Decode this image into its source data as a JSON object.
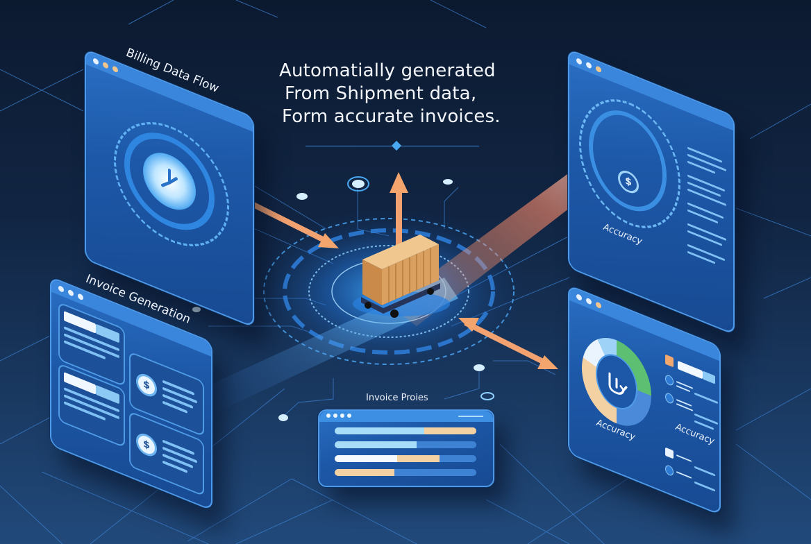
{
  "headline": {
    "lines": [
      "Automatially generated",
      "From Shipment data,",
      "Form accurate invoices."
    ]
  },
  "panels": {
    "billing_data_flow": {
      "title": "Billing Data Flow",
      "icon": "clock-icon",
      "window_dots": [
        "#e8f2ff",
        "#f0c58e",
        "#f0c58e"
      ]
    },
    "invoice_generation": {
      "title": "Invoice Generation",
      "cards": [
        {
          "type": "text-lines"
        },
        {
          "type": "payment",
          "icon": "dollar-icon",
          "symbol": "$"
        },
        {
          "type": "text-lines"
        },
        {
          "type": "payment",
          "icon": "dollar-icon",
          "symbol": "$"
        }
      ],
      "window_dots": [
        "#e8f2ff",
        "#e8f2ff",
        "#e8f2ff"
      ]
    },
    "accuracy_top": {
      "label": "Accuracy",
      "icon": "dollar-icon",
      "symbol": "$",
      "window_dots": [
        "#e8f2ff",
        "#e8f2ff",
        "#f0c58e"
      ]
    },
    "accuracy_bottom": {
      "label_left": "Accuracy",
      "label_right": "Accuracy",
      "icon": "refresh-check-icon",
      "donut_segments": [
        {
          "color": "#f4d1a3",
          "pct": 30
        },
        {
          "color": "#e9f4ff",
          "pct": 12
        },
        {
          "color": "#9fd2f7",
          "pct": 8
        },
        {
          "color": "#5cbf72",
          "pct": 25
        },
        {
          "color": "#4a8ad8",
          "pct": 25
        }
      ],
      "window_dots": [
        "#e8f2ff",
        "#e8f2ff",
        "#f0c58e"
      ]
    },
    "invoice_proies": {
      "title": "Invoice Proies",
      "bars": [
        {
          "light": 63,
          "accent": 37
        },
        {
          "light": 58,
          "accent": 0
        },
        {
          "light": 44,
          "accent": 30,
          "white": true
        },
        {
          "light": 0,
          "accent": 42
        }
      ]
    }
  },
  "center": {
    "object": "shipping-container-on-cart",
    "arrows": [
      "up",
      "to-billing",
      "to-accuracy-bottom"
    ]
  },
  "colors": {
    "background": "#112543",
    "panel": "#1d58a8",
    "accent_orange": "#f4a56e",
    "accent_peach": "#f4d1a3",
    "accent_cyan": "#7fc0f5"
  }
}
